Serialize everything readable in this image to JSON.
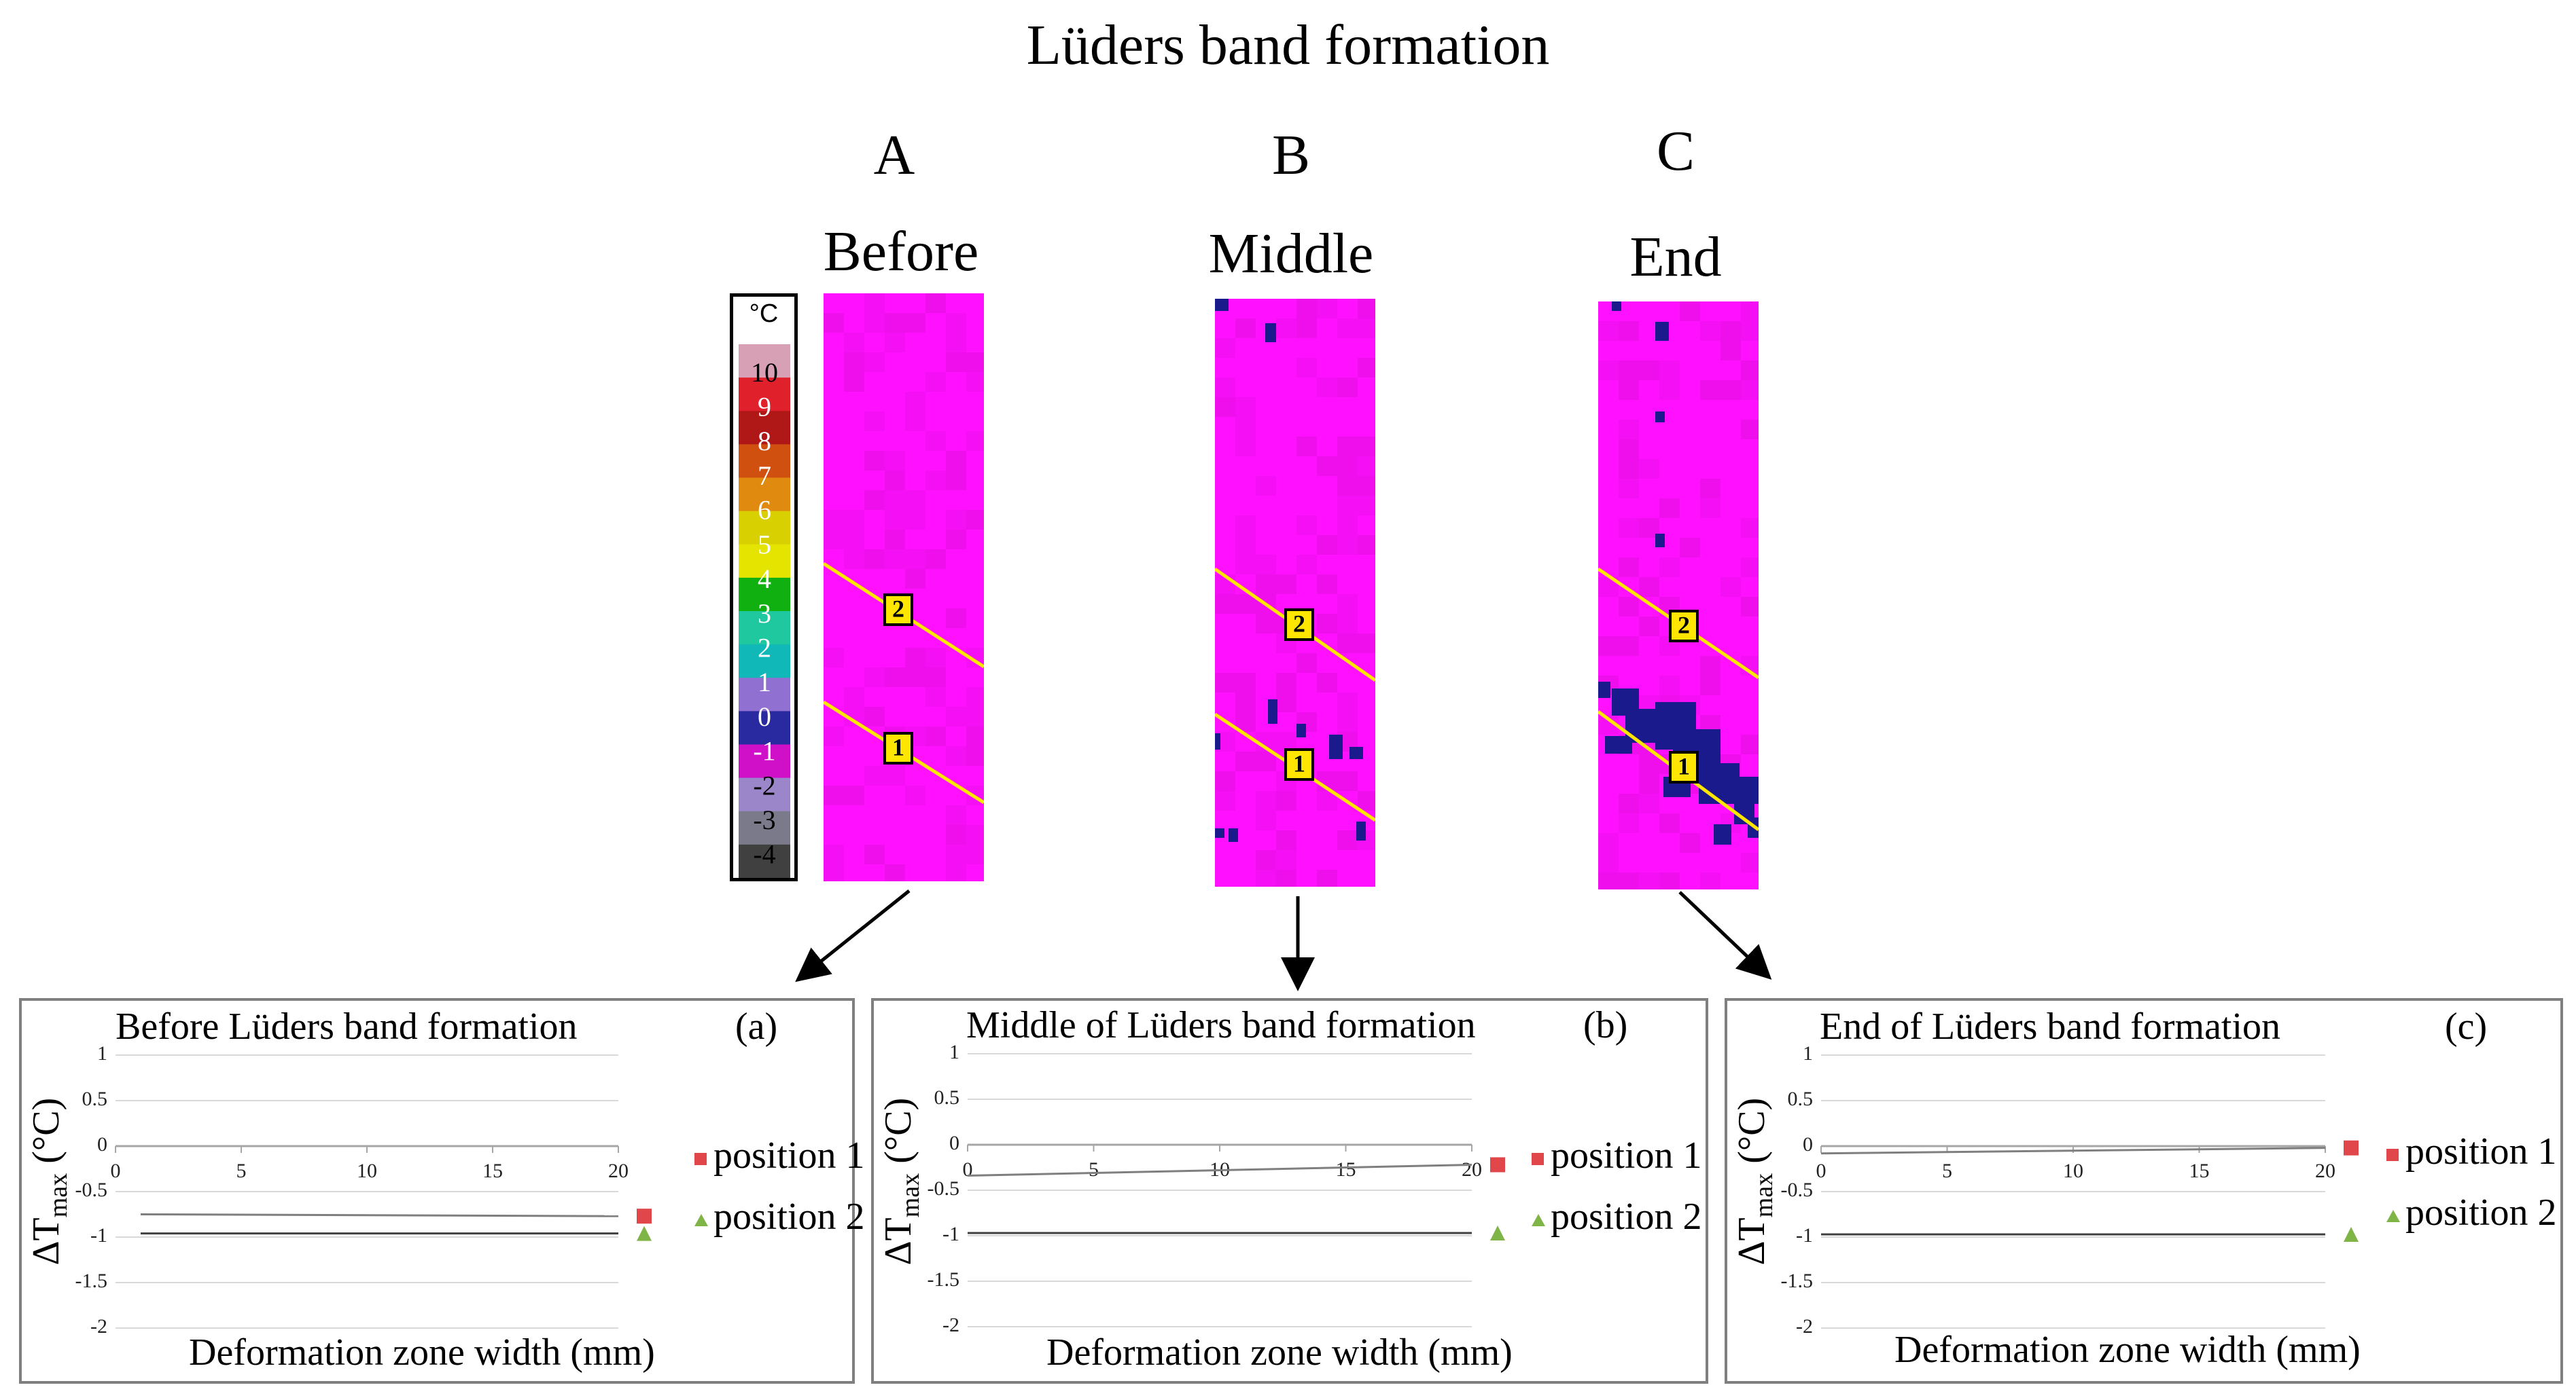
{
  "figure": {
    "title": "Lüders band formation",
    "columns": [
      {
        "letter": "A",
        "label": "Before"
      },
      {
        "letter": "B",
        "label": "Middle"
      },
      {
        "letter": "C",
        "label": "End"
      }
    ]
  },
  "colorbar": {
    "unit": "°C",
    "ticks": [
      "10",
      "9",
      "8",
      "7",
      "6",
      "5",
      "4",
      "3",
      "2",
      "1",
      "0",
      "-1",
      "-2",
      "-3",
      "-4"
    ],
    "colors": [
      "#d8a0b4",
      "#e0202a",
      "#b01818",
      "#d05010",
      "#e08a10",
      "#d8d000",
      "#e4e400",
      "#10b010",
      "#20c8a0",
      "#10b8b8",
      "#9070d0",
      "#2a2aa0",
      "#d010c8",
      "#9a86c8",
      "#7a7a8a",
      "#404040"
    ]
  },
  "thermal_images": {
    "marker_labels": [
      "2",
      "1"
    ],
    "base_color": "#ff10ff",
    "cold_color": "#1a1a8c",
    "line_color": "#ffe600"
  },
  "chart_data": [
    {
      "type": "line",
      "title": "Before Lüders band formation",
      "panel_letter": "(a)",
      "xlabel": "Deformation zone width (mm)",
      "ylabel": "ΔT",
      "ylabel_sub": "max",
      "ylabel_unit": "(°C)",
      "xlim": [
        0,
        20
      ],
      "ylim": [
        -2,
        1
      ],
      "xticks": [
        "0",
        "5",
        "10",
        "15",
        "20"
      ],
      "yticks": [
        "1",
        "0.5",
        "0",
        "-0.5",
        "-1",
        "-1.5",
        "-2"
      ],
      "series": [
        {
          "name": "position 1",
          "color": "#e0464a",
          "marker": "square",
          "x": [
            1,
            20
          ],
          "y": [
            -0.75,
            -0.77
          ]
        },
        {
          "name": "position 2",
          "color": "#7fb446",
          "marker": "triangle",
          "x": [
            1,
            20
          ],
          "y": [
            -0.96,
            -0.96
          ]
        }
      ]
    },
    {
      "type": "line",
      "title": "Middle of Lüders band formation",
      "panel_letter": "(b)",
      "xlabel": "Deformation zone width (mm)",
      "ylabel": "ΔT",
      "ylabel_sub": "max",
      "ylabel_unit": "(°C)",
      "xlim": [
        0,
        20
      ],
      "ylim": [
        -2,
        1
      ],
      "xticks": [
        "0",
        "5",
        "10",
        "15",
        "20"
      ],
      "yticks": [
        "1",
        "0.5",
        "0",
        "-0.5",
        "-1",
        "-1.5",
        "-2"
      ],
      "series": [
        {
          "name": "position 1",
          "color": "#e0464a",
          "marker": "square",
          "x": [
            0,
            20
          ],
          "y": [
            -0.34,
            -0.22
          ]
        },
        {
          "name": "position 2",
          "color": "#7fb446",
          "marker": "triangle",
          "x": [
            0,
            20
          ],
          "y": [
            -0.97,
            -0.97
          ]
        }
      ]
    },
    {
      "type": "line",
      "title": "End of Lüders band formation",
      "panel_letter": "(c)",
      "xlabel": "Deformation zone width (mm)",
      "ylabel": "ΔT",
      "ylabel_sub": "max",
      "ylabel_unit": "(°C)",
      "xlim": [
        0,
        20
      ],
      "ylim": [
        -2,
        1
      ],
      "xticks": [
        "0",
        "5",
        "10",
        "15",
        "20"
      ],
      "yticks": [
        "1",
        "0.5",
        "0",
        "-0.5",
        "-1",
        "-1.5",
        "-2"
      ],
      "series": [
        {
          "name": "position 1",
          "color": "#e0464a",
          "marker": "square",
          "x": [
            0,
            20
          ],
          "y": [
            -0.08,
            -0.02
          ]
        },
        {
          "name": "position 2",
          "color": "#7fb446",
          "marker": "triangle",
          "x": [
            0,
            20
          ],
          "y": [
            -0.97,
            -0.97
          ]
        }
      ]
    }
  ]
}
